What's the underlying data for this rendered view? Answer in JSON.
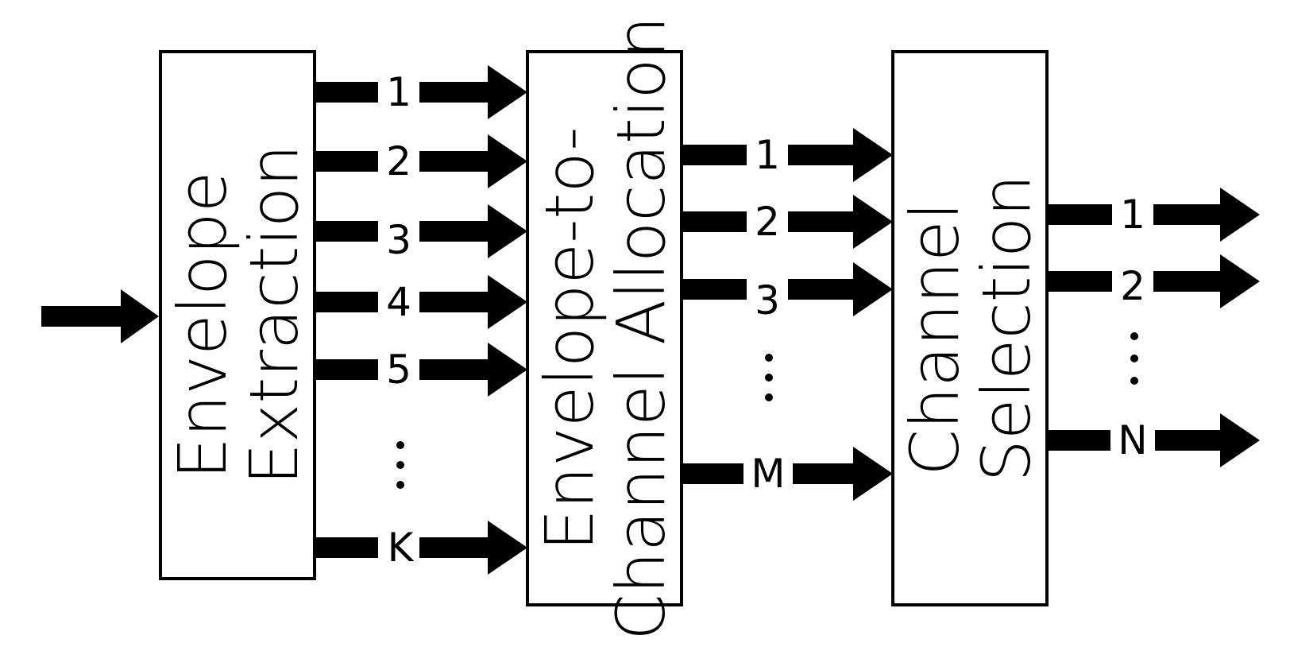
{
  "blocks": [
    {
      "id": "envelope-extraction",
      "lines": [
        "Envelope",
        "Extraction"
      ]
    },
    {
      "id": "envelope-to-channel-allocation",
      "lines": [
        "Envelope-to-",
        "Channel Allocation"
      ]
    },
    {
      "id": "channel-selection",
      "lines": [
        "Channel",
        "Selection"
      ]
    }
  ],
  "extraction_outputs": [
    "1",
    "2",
    "3",
    "4",
    "5",
    "K"
  ],
  "allocation_outputs": [
    "1",
    "2",
    "3",
    "M"
  ],
  "selection_outputs": [
    "1",
    "2",
    "N"
  ]
}
